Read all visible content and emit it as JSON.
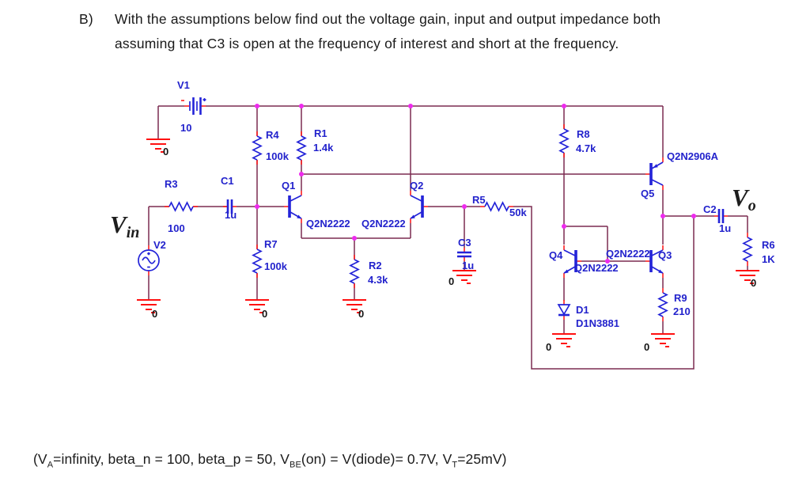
{
  "title": {
    "item_label": "B)",
    "line1": "With the assumptions below find out the voltage gain, input and output impedance both",
    "line2": "assuming that C3 is open at the frequency of interest and short at the frequency."
  },
  "assumptions": {
    "p1": "(V",
    "s1": "A",
    "p2": "=infinity, beta_n = 100, beta_p = 50, V",
    "s2": "BE",
    "p3": "(on) = V(diode)= 0.7V, V",
    "s3": "T",
    "p4": "=25mV)"
  },
  "schematic": {
    "ground_label": "0",
    "input_label": {
      "base": "V",
      "sub": "in"
    },
    "output_label": {
      "base": "V",
      "sub": "o"
    },
    "components": {
      "v1": {
        "ref": "V1",
        "value": "10"
      },
      "v2": {
        "ref": "V2"
      },
      "r1": {
        "ref": "R1",
        "value": "1.4k"
      },
      "r2": {
        "ref": "R2",
        "value": "4.3k"
      },
      "r3": {
        "ref": "R3",
        "value": "100"
      },
      "r4": {
        "ref": "R4",
        "value": "100k"
      },
      "r5": {
        "ref": "R5",
        "value": "50k"
      },
      "r6": {
        "ref": "R6",
        "value": "1K"
      },
      "r7": {
        "ref": "R7",
        "value": "100k"
      },
      "r8": {
        "ref": "R8",
        "value": "4.7k"
      },
      "r9": {
        "ref": "R9",
        "value": "210"
      },
      "c1": {
        "ref": "C1",
        "value": "1u"
      },
      "c2": {
        "ref": "C2",
        "value": "1u"
      },
      "c3": {
        "ref": "C3",
        "value": "1u"
      },
      "q1": {
        "ref": "Q1",
        "model": "Q2N2222"
      },
      "q2": {
        "ref": "Q2",
        "model": "Q2N2222"
      },
      "q3": {
        "ref": "Q3",
        "model": "Q2N2222"
      },
      "q4": {
        "ref": "Q4",
        "model": "Q2N2222"
      },
      "q5": {
        "ref": "Q5",
        "model": "Q2N2906A"
      },
      "d1": {
        "ref": "D1",
        "model": "D1N3881"
      }
    },
    "palette": {
      "wire": "#7b2b50",
      "pin_stub": "#ff1111",
      "symbol": "#2323d8",
      "junction": "#ee2bee",
      "ground": "#ff1111",
      "label": "#2222cc"
    }
  }
}
